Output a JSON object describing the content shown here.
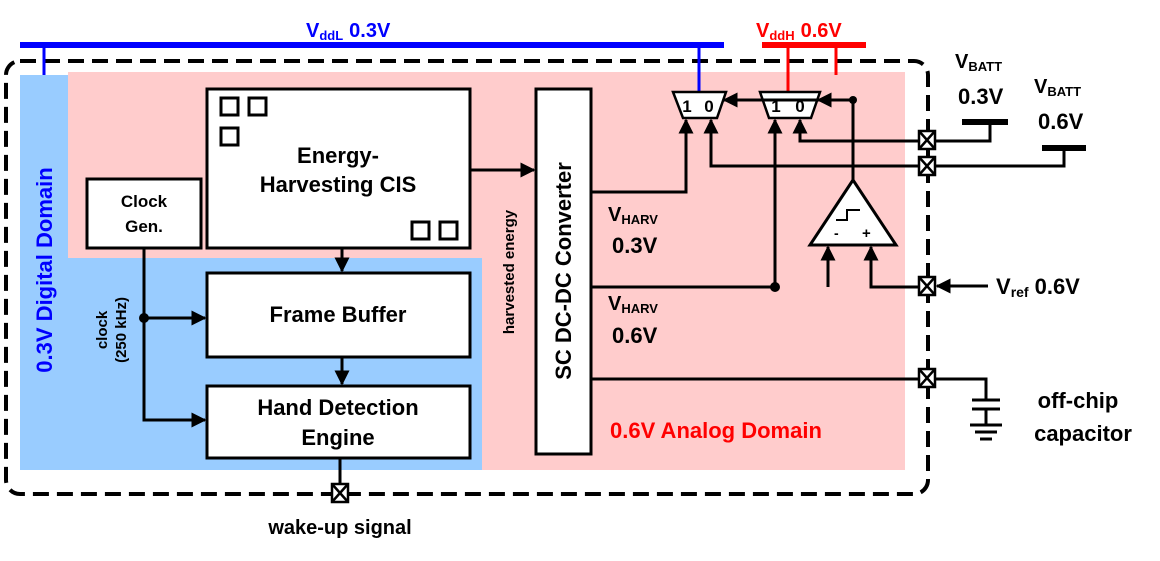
{
  "rails": {
    "vddl": {
      "name": "V",
      "sub": "ddL",
      "value": "0.3V",
      "color": "#0000ff"
    },
    "vddh": {
      "name": "V",
      "sub": "ddH",
      "value": "0.6V",
      "color": "#ff0000"
    }
  },
  "domains": {
    "digital": {
      "label": "0.3V Digital  Domain",
      "color": "#99ccff",
      "text_color": "#0000ff"
    },
    "analog": {
      "label": "0.6V Analog  Domain",
      "color": "#ffcccc",
      "text_color": "#ff0000"
    }
  },
  "blocks": {
    "cis": {
      "line1": "Energy-",
      "line2": "Harvesting CIS"
    },
    "clock_gen": {
      "line1": "Clock",
      "line2": "Gen."
    },
    "frame_buffer": {
      "label": "Frame Buffer"
    },
    "hand_detection": {
      "line1": "Hand Detection",
      "line2": "Engine"
    },
    "sc_dcdc": {
      "label": "SC DC-DC Converter"
    }
  },
  "signals": {
    "clock_line1": "clock",
    "clock_line2": "(250 kHz)",
    "harvested_energy": "harvested energy",
    "wake_up": "wake-up signal"
  },
  "mux": {
    "in1": "1",
    "in0": "0"
  },
  "harv": {
    "v03": {
      "name": "V",
      "sub": "HARV",
      "value": "0.3V"
    },
    "v06": {
      "name": "V",
      "sub": "HARV",
      "value": "0.6V"
    }
  },
  "batt": {
    "b03": {
      "name": "V",
      "sub": "BATT",
      "value": "0.3V"
    },
    "b06": {
      "name": "V",
      "sub": "BATT",
      "value": "0.6V"
    }
  },
  "vref": {
    "name": "V",
    "sub": "ref",
    "value": "0.6V"
  },
  "offchip": {
    "line1": "off-chip",
    "line2": "capacitor"
  }
}
